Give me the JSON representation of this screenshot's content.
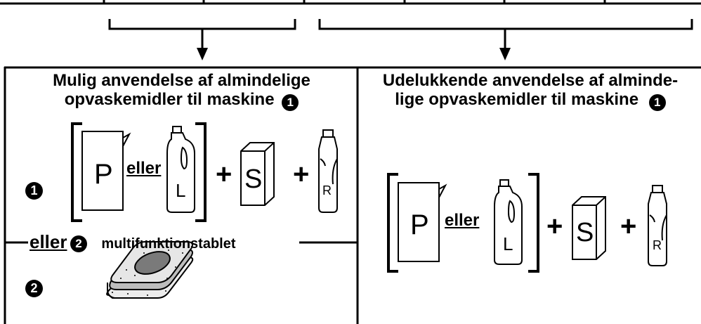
{
  "left_panel": {
    "heading_line1": "Mulig anvendelse af almindelige",
    "heading_line2": "opvaskemidler til maskine",
    "heading_marker": "1",
    "row1_marker": "1",
    "powder_letter": "P",
    "or_word": "eller",
    "liquid_letter": "L",
    "plus": "+",
    "salt_letter": "S",
    "rinse_letter": "R",
    "divider_or": "eller",
    "divider_marker": "2",
    "divider_label": "multifunktionstablet",
    "row2_marker": "2"
  },
  "right_panel": {
    "heading_line1": "Udelukkende anvendelse af alminde-",
    "heading_line2": "lige opvaskemidler til maskine",
    "heading_marker": "1",
    "powder_letter": "P",
    "or_word": "eller",
    "liquid_letter": "L",
    "plus": "+",
    "salt_letter": "S",
    "rinse_letter": "R"
  }
}
